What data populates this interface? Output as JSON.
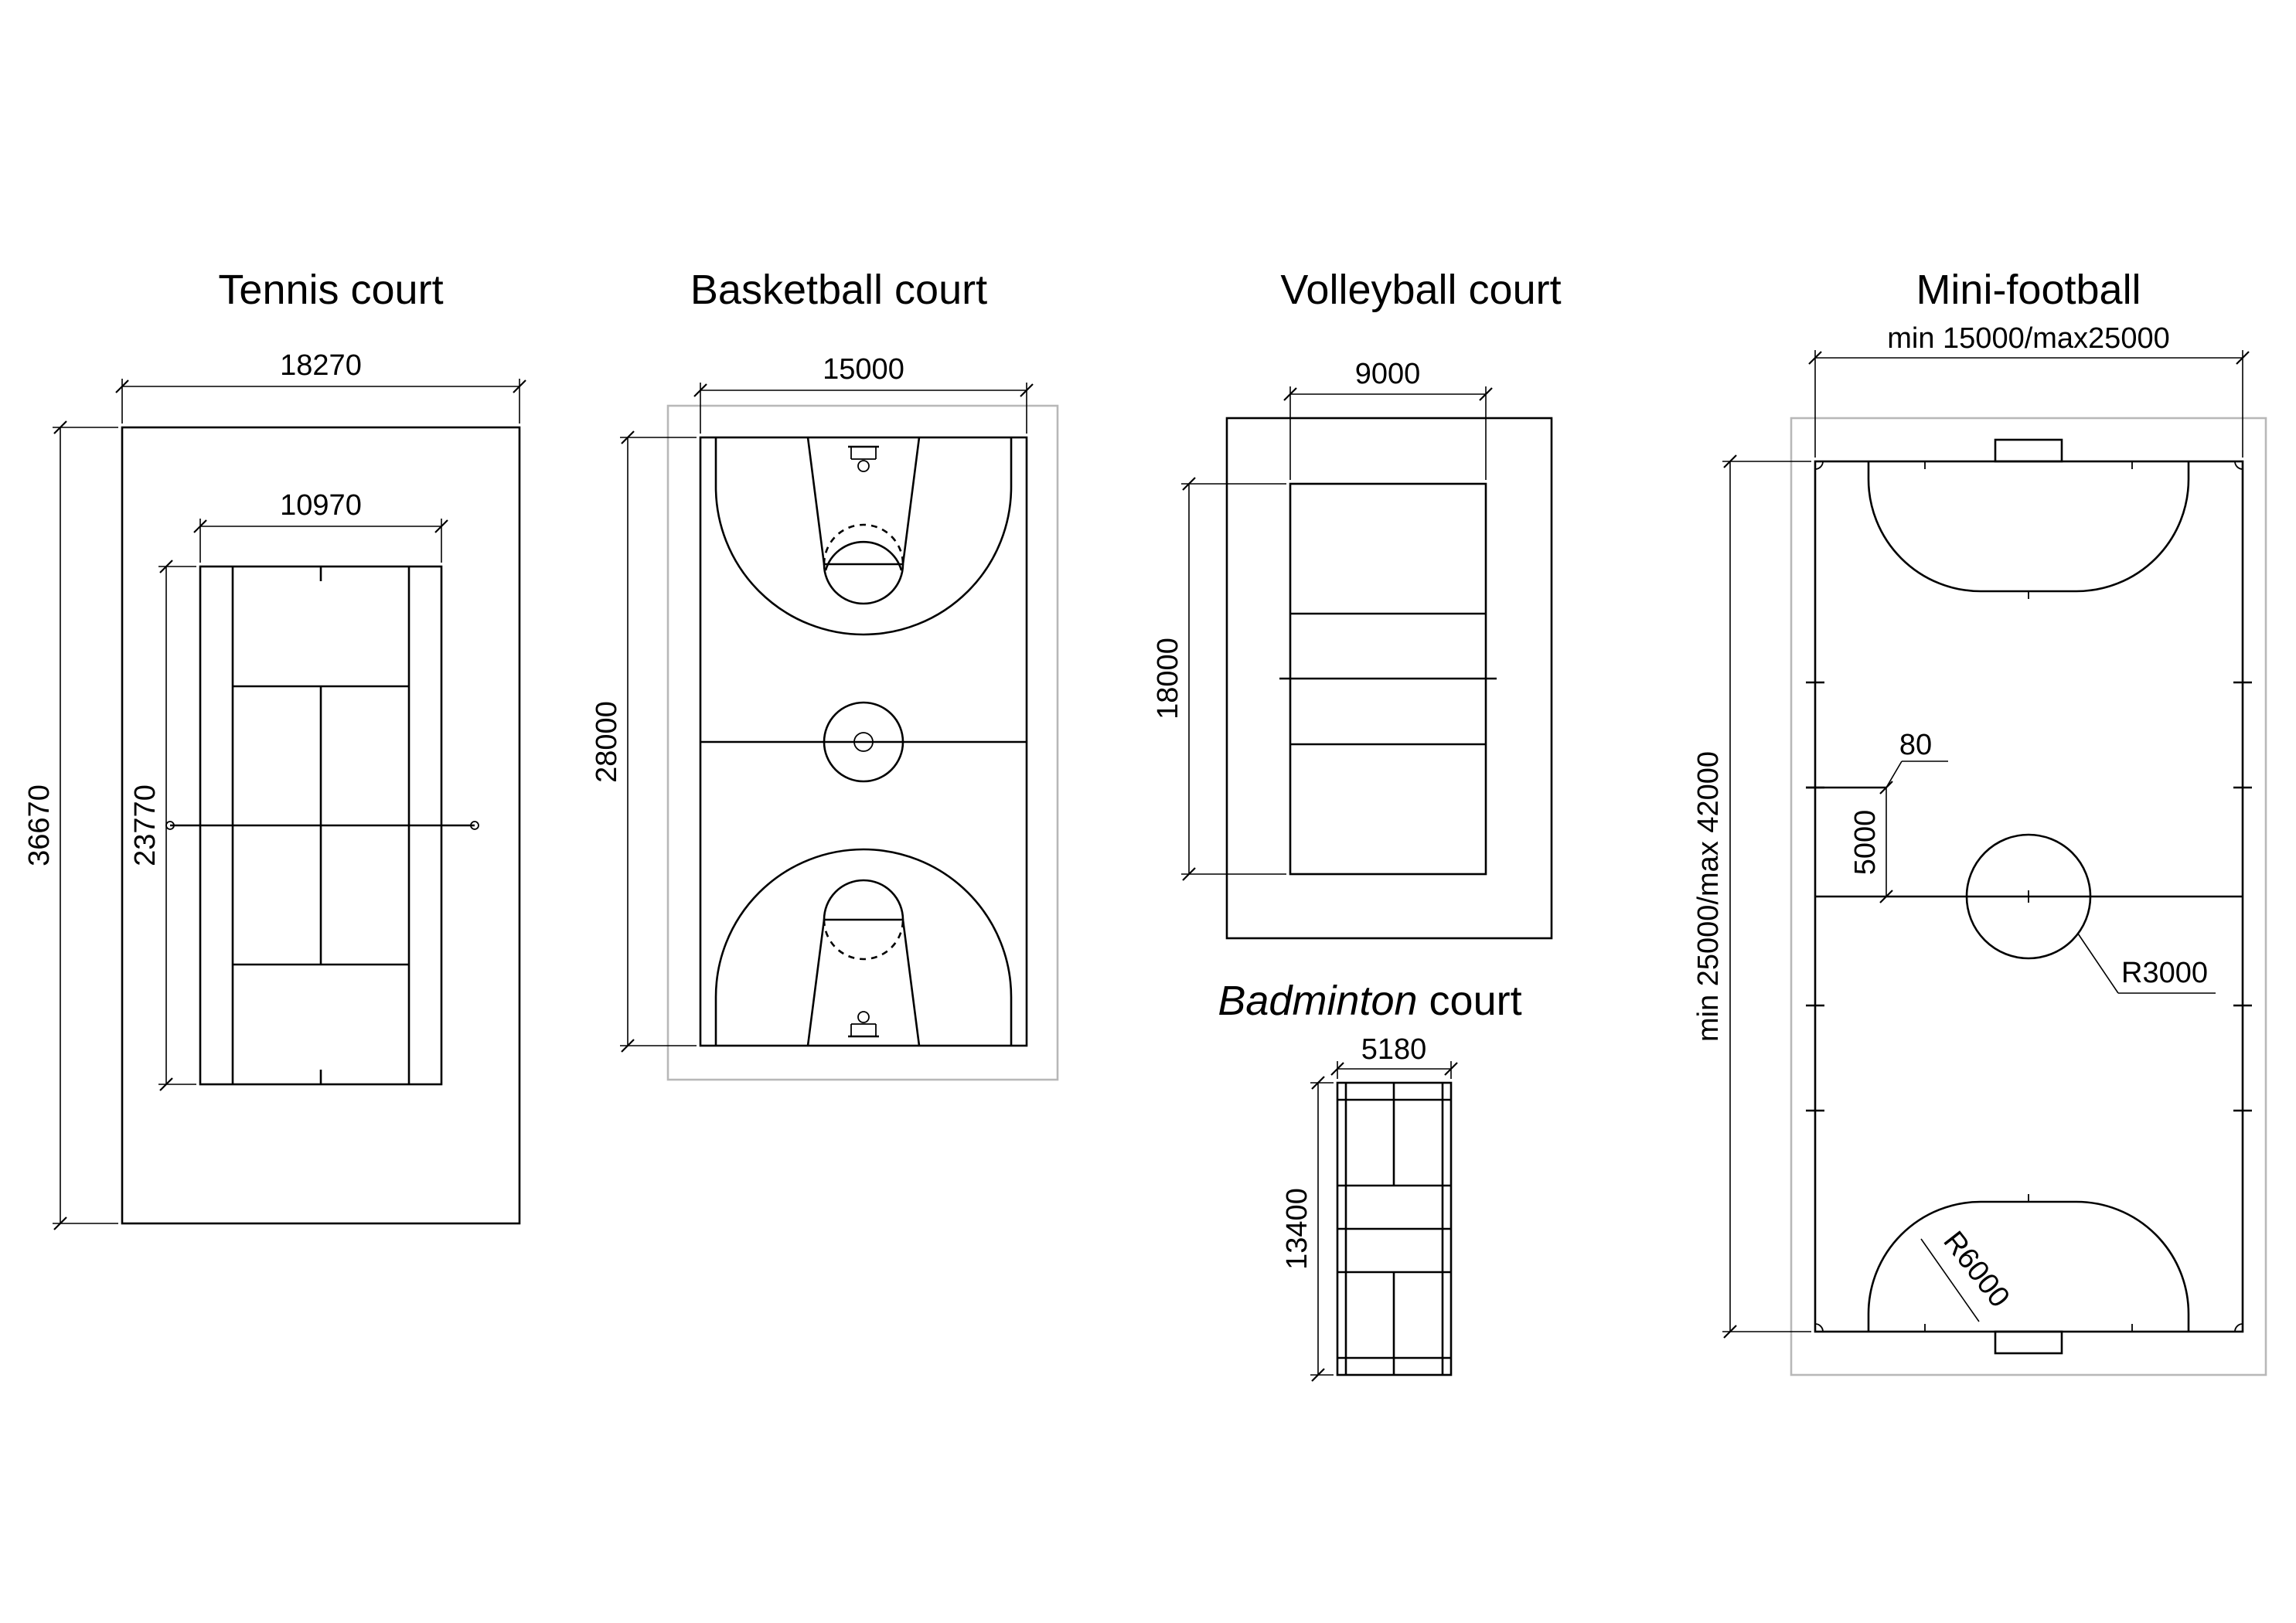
{
  "titles": {
    "tennis": "Tennis court",
    "basketball": "Basketball court",
    "volleyball": "Volleyball court",
    "badminton_italic": "Badminton",
    "badminton_rest": " court",
    "minifootball": "Mini-football"
  },
  "dimensions": {
    "tennis_total_width": "18270",
    "tennis_total_length": "36670",
    "tennis_court_width": "10970",
    "tennis_court_length": "23770",
    "basketball_width": "15000",
    "basketball_length": "28000",
    "volleyball_width": "9000",
    "volleyball_length": "18000",
    "badminton_width": "5180",
    "badminton_length": "13400",
    "football_width": "min 15000/max25000",
    "football_length": "min 25000/max 42000",
    "football_mark_offset": "80",
    "football_mark_distance": "5000",
    "football_center_radius": "R3000",
    "football_goal_radius": "R6000"
  }
}
